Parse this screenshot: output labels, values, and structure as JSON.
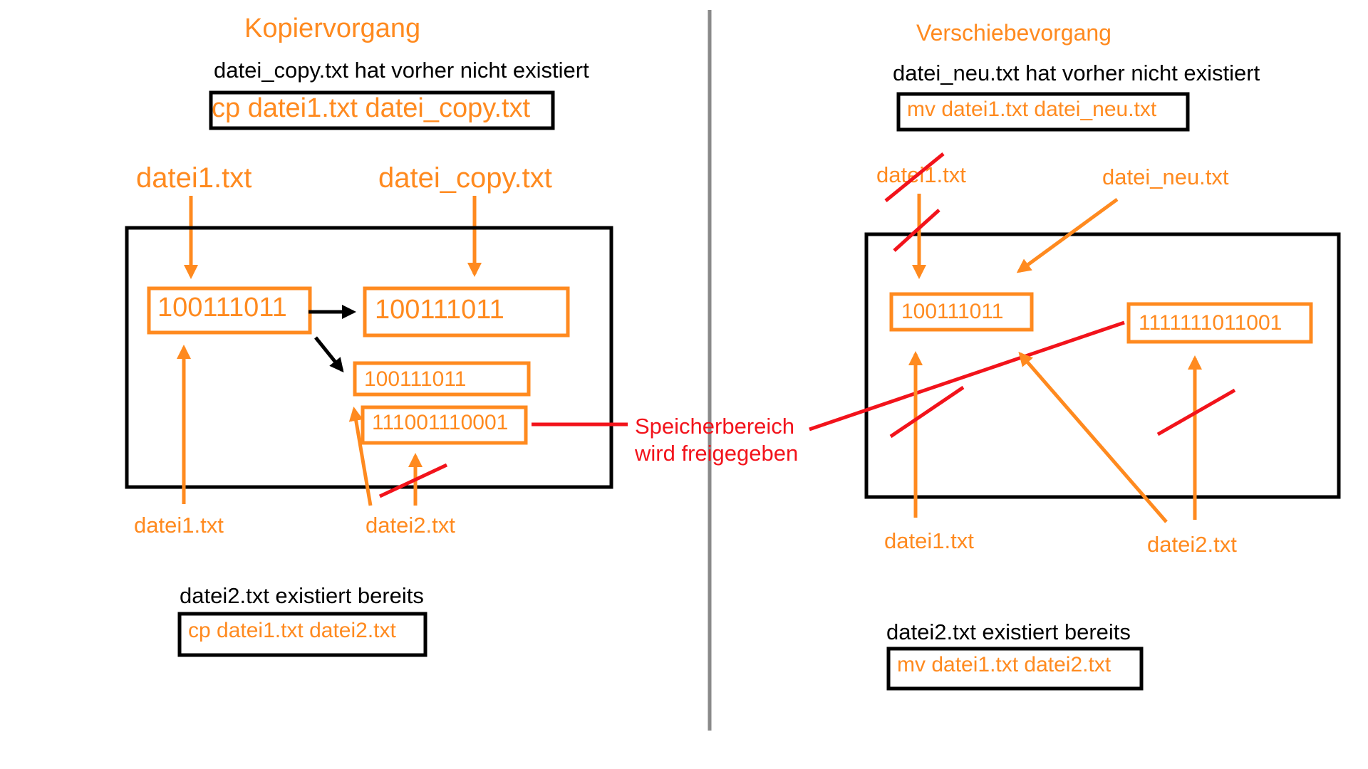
{
  "colors": {
    "orange": "#ff8a1f",
    "red": "#f2131b",
    "black": "#000000",
    "divider": "#8a8a8a",
    "background": "#ffffff"
  },
  "copy": {
    "title": "Kopiervorgang",
    "note_new": "datei_copy.txt hat vorher nicht existiert",
    "command_new": "cp datei1.txt datei_copy.txt",
    "label_source": "datei1.txt",
    "label_copy": "datei_copy.txt",
    "bits_source": "100111011",
    "bits_copy": "100111011",
    "bits_overwritten": "100111011",
    "bits_old": "111001110001",
    "label_bottom_file1": "datei1.txt",
    "label_bottom_file2": "datei2.txt",
    "note_existing": "datei2.txt existiert bereits",
    "command_existing": "cp datei1.txt datei2.txt",
    "freed_line1": "Speicherbereich",
    "freed_line2": "wird freigegeben"
  },
  "move": {
    "title": "Verschiebevorgang",
    "note_new": "datei_neu.txt hat vorher nicht existiert",
    "command_new": "mv datei1.txt datei_neu.txt",
    "label_old_name": "datei1.txt",
    "label_new_name": "datei_neu.txt",
    "bits_file1": "100111011",
    "bits_file2": "1111111011001",
    "label_bottom_file1": "datei1.txt",
    "label_bottom_file2": "datei2.txt",
    "note_existing": "datei2.txt existiert bereits",
    "command_existing": "mv datei1.txt datei2.txt"
  }
}
